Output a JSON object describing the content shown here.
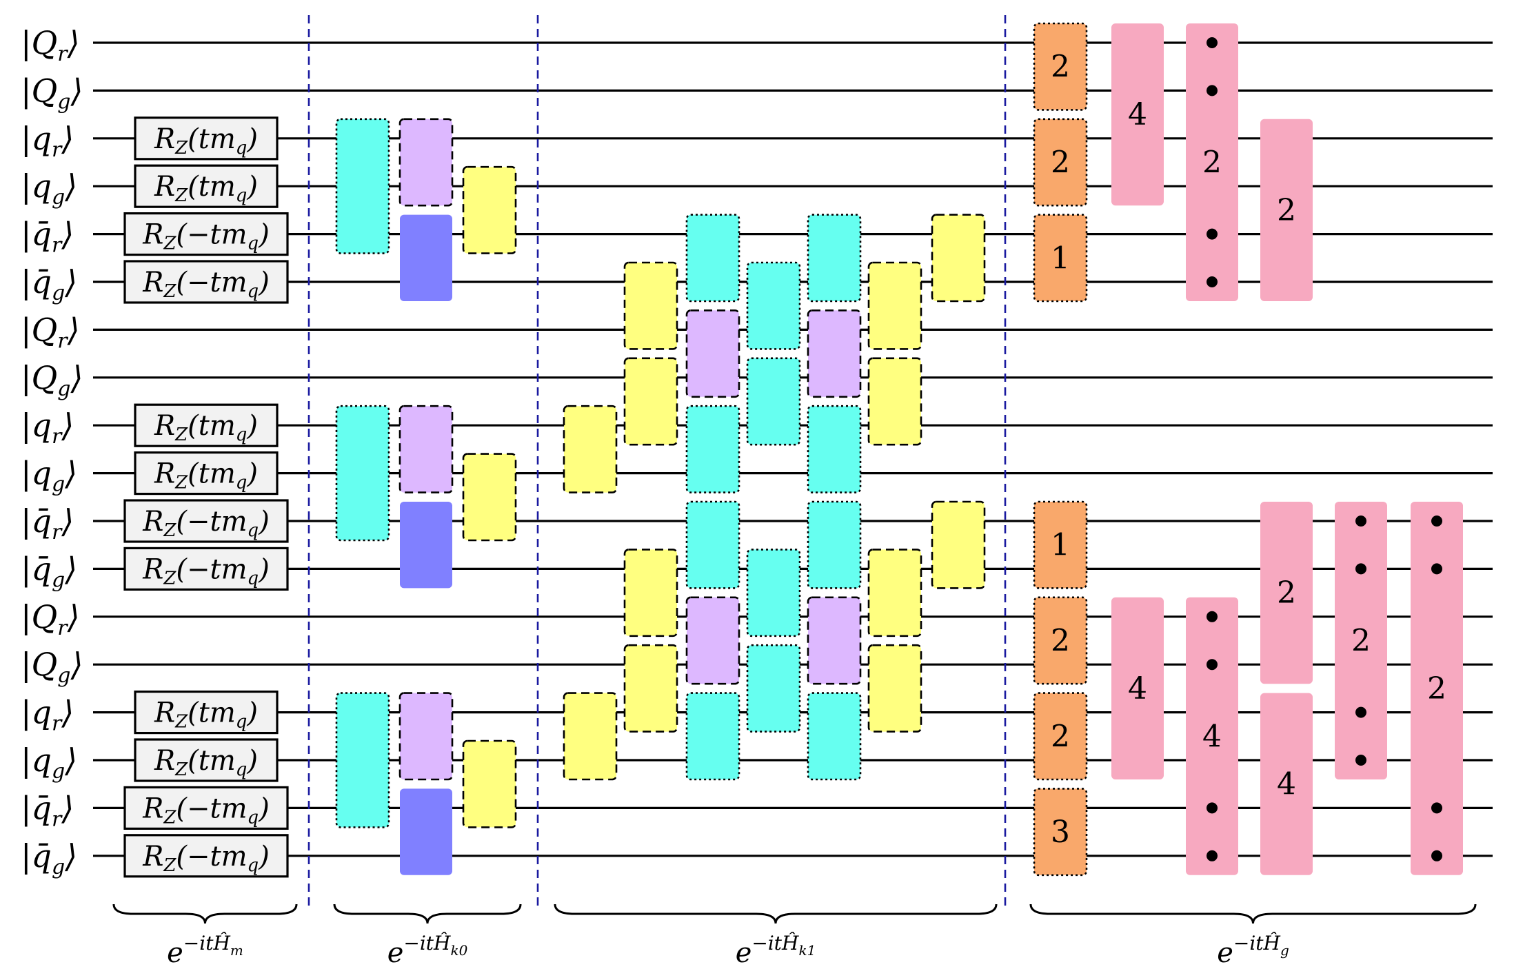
{
  "colors": {
    "wire": "#000000",
    "separator": "#1a1aa0",
    "rz_fill": "#f2f2f2",
    "cyan": "#66fff0",
    "yellow": "#ffff80",
    "lavender": "#ddb8ff",
    "blue": "#8080ff",
    "orange": "#f9a86b",
    "pink": "#f7a9c0"
  },
  "qubit_labels": [
    "|Q_r⟩",
    "|Q_g⟩",
    "|q_r⟩",
    "|q_g⟩",
    "|q̄_r⟩",
    "|q̄_g⟩",
    "|Q_r⟩",
    "|Q_g⟩",
    "|q_r⟩",
    "|q_g⟩",
    "|q̄_r⟩",
    "|q̄_g⟩",
    "|Q_r⟩",
    "|Q_g⟩",
    "|q_r⟩",
    "|q_g⟩",
    "|q̄_r⟩",
    "|q̄_g⟩"
  ],
  "rz_gates": [
    {
      "wire": 2,
      "label": "R_Z(tm_q)"
    },
    {
      "wire": 3,
      "label": "R_Z(tm_q)"
    },
    {
      "wire": 4,
      "label": "R_Z(−tm_q)"
    },
    {
      "wire": 5,
      "label": "R_Z(−tm_q)"
    },
    {
      "wire": 8,
      "label": "R_Z(tm_q)"
    },
    {
      "wire": 9,
      "label": "R_Z(tm_q)"
    },
    {
      "wire": 10,
      "label": "R_Z(−tm_q)"
    },
    {
      "wire": 11,
      "label": "R_Z(−tm_q)"
    },
    {
      "wire": 14,
      "label": "R_Z(tm_q)"
    },
    {
      "wire": 15,
      "label": "R_Z(tm_q)"
    },
    {
      "wire": 16,
      "label": "R_Z(−tm_q)"
    },
    {
      "wire": 17,
      "label": "R_Z(−tm_q)"
    }
  ],
  "k0_blocks": [
    {
      "start": 2,
      "span": 3,
      "kind": "cyan"
    },
    {
      "start": 2,
      "span": 2,
      "kind": "lavender",
      "shift": 1
    },
    {
      "start": 4,
      "span": 2,
      "kind": "blue",
      "shift": 1
    },
    {
      "start": 3,
      "span": 2,
      "kind": "yellow",
      "shift": 2
    }
  ],
  "k1_blocks": [
    {
      "col": 0,
      "wire": 8,
      "span": 2,
      "kind": "yellow"
    },
    {
      "col": 1,
      "wire": 5,
      "span": 2,
      "kind": "yellow"
    },
    {
      "col": 1,
      "wire": 7,
      "span": 2,
      "kind": "yellow"
    },
    {
      "col": 2,
      "wire": 4,
      "span": 2,
      "kind": "cyan"
    },
    {
      "col": 2,
      "wire": 6,
      "span": 2,
      "kind": "lavender"
    },
    {
      "col": 2,
      "wire": 8,
      "span": 2,
      "kind": "cyan"
    },
    {
      "col": 3,
      "wire": 5,
      "span": 2,
      "kind": "cyan"
    },
    {
      "col": 3,
      "wire": 7,
      "span": 2,
      "kind": "cyan"
    },
    {
      "col": 4,
      "wire": 4,
      "span": 2,
      "kind": "cyan"
    },
    {
      "col": 4,
      "wire": 6,
      "span": 2,
      "kind": "lavender"
    },
    {
      "col": 4,
      "wire": 8,
      "span": 2,
      "kind": "cyan"
    },
    {
      "col": 5,
      "wire": 5,
      "span": 2,
      "kind": "yellow"
    },
    {
      "col": 5,
      "wire": 7,
      "span": 2,
      "kind": "yellow"
    },
    {
      "col": 6,
      "wire": 4,
      "span": 2,
      "kind": "yellow"
    },
    {
      "col": 0,
      "wire": 14,
      "span": 2,
      "kind": "yellow"
    },
    {
      "col": 1,
      "wire": 11,
      "span": 2,
      "kind": "yellow"
    },
    {
      "col": 1,
      "wire": 13,
      "span": 2,
      "kind": "yellow"
    },
    {
      "col": 2,
      "wire": 10,
      "span": 2,
      "kind": "cyan"
    },
    {
      "col": 2,
      "wire": 12,
      "span": 2,
      "kind": "lavender"
    },
    {
      "col": 2,
      "wire": 14,
      "span": 2,
      "kind": "cyan"
    },
    {
      "col": 3,
      "wire": 11,
      "span": 2,
      "kind": "cyan"
    },
    {
      "col": 3,
      "wire": 13,
      "span": 2,
      "kind": "cyan"
    },
    {
      "col": 4,
      "wire": 10,
      "span": 2,
      "kind": "cyan"
    },
    {
      "col": 4,
      "wire": 12,
      "span": 2,
      "kind": "lavender"
    },
    {
      "col": 4,
      "wire": 14,
      "span": 2,
      "kind": "cyan"
    },
    {
      "col": 5,
      "wire": 11,
      "span": 2,
      "kind": "yellow"
    },
    {
      "col": 5,
      "wire": 13,
      "span": 2,
      "kind": "yellow"
    },
    {
      "col": 6,
      "wire": 10,
      "span": 2,
      "kind": "yellow"
    }
  ],
  "g_orange": [
    {
      "wire": 0,
      "span": 2,
      "label": "2"
    },
    {
      "wire": 2,
      "span": 2,
      "label": "2"
    },
    {
      "wire": 4,
      "span": 2,
      "label": "1"
    },
    {
      "wire": 10,
      "span": 2,
      "label": "1"
    },
    {
      "wire": 12,
      "span": 2,
      "label": "2"
    },
    {
      "wire": 14,
      "span": 2,
      "label": "2"
    },
    {
      "wire": 16,
      "span": 2,
      "label": "3"
    }
  ],
  "g_pink": [
    {
      "col": 0,
      "wire": 0,
      "span": 4,
      "label": "4",
      "dots": []
    },
    {
      "col": 1,
      "wire": 0,
      "span": 6,
      "label": "2",
      "dots": [
        0,
        1,
        4,
        5
      ]
    },
    {
      "col": 2,
      "wire": 2,
      "span": 4,
      "label": "2",
      "dots": []
    },
    {
      "col": 0,
      "wire": 12,
      "span": 4,
      "label": "4",
      "dots": []
    },
    {
      "col": 1,
      "wire": 12,
      "span": 6,
      "label": "4",
      "dots": [
        12,
        13,
        16,
        17
      ]
    },
    {
      "col": 2,
      "wire": 10,
      "span": 4,
      "label": "2",
      "dots": []
    },
    {
      "col": 2,
      "wire": 14,
      "span": 4,
      "label": "4",
      "dots": []
    },
    {
      "col": 3,
      "wire": 10,
      "span": 6,
      "label": "2",
      "dots": [
        10,
        11,
        14,
        15
      ]
    },
    {
      "col": 4,
      "wire": 10,
      "span": 8,
      "label": "2",
      "dots": [
        10,
        11,
        16,
        17
      ]
    }
  ],
  "section_labels": [
    {
      "name": "section-hm",
      "label": "e^{−it Ĥ_m}"
    },
    {
      "name": "section-hk0",
      "label": "e^{−it Ĥ_k0}"
    },
    {
      "name": "section-hk1",
      "label": "e^{−it Ĥ_k1}"
    },
    {
      "name": "section-hg",
      "label": "e^{−it Ĥ_g}"
    }
  ]
}
